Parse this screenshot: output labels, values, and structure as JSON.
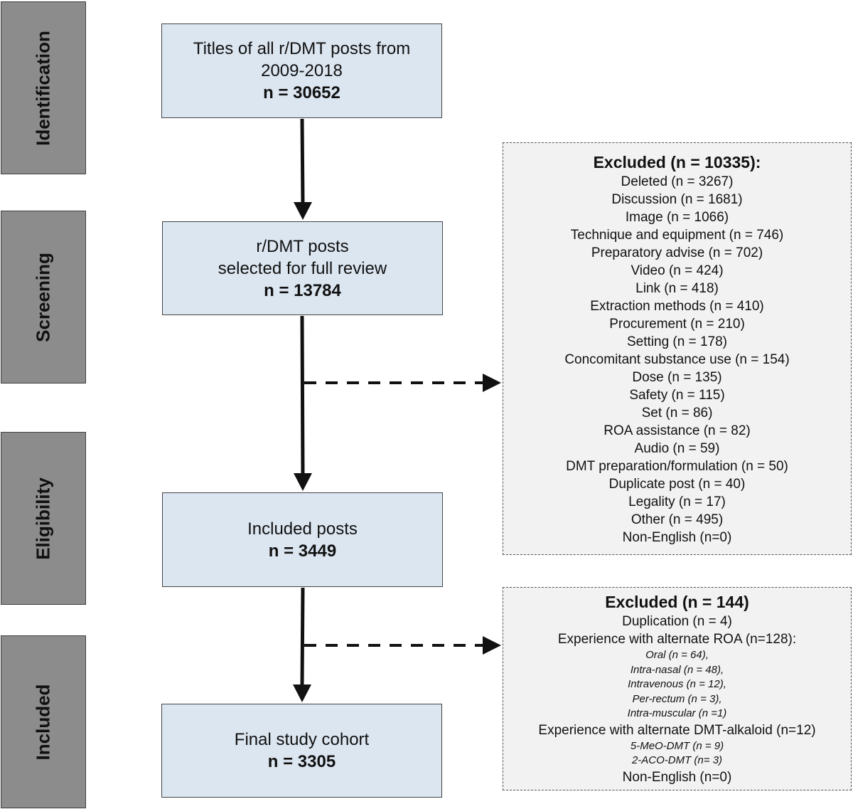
{
  "stages": {
    "identification": "Identification",
    "screening": "Screening",
    "eligibility": "Eligibility",
    "included": "Included"
  },
  "boxes": {
    "titles": {
      "line1": "Titles of all r/DMT posts from",
      "line2": "2009-2018",
      "n": "n = 30652"
    },
    "selected": {
      "line1": "r/DMT posts",
      "line2": "selected for full review",
      "n": "n = 13784"
    },
    "included_posts": {
      "line1": "Included posts",
      "n": "n = 3449"
    },
    "final": {
      "line1": "Final study cohort",
      "n": "n = 3305"
    }
  },
  "excluded_1": {
    "title": "Excluded (n = 10335):",
    "items": [
      "Deleted (n = 3267)",
      "Discussion (n = 1681)",
      "Image (n = 1066)",
      "Technique and equipment (n = 746)",
      "Preparatory advise (n = 702)",
      "Video (n = 424)",
      "Link (n = 418)",
      "Extraction methods (n = 410)",
      "Procurement (n = 210)",
      "Setting (n = 178)",
      "Concomitant substance use (n = 154)",
      "Dose (n = 135)",
      "Safety (n = 115)",
      "Set (n = 86)",
      "ROA assistance (n = 82)",
      "Audio (n = 59)",
      "DMT preparation/formulation (n = 50)",
      "Duplicate post (n = 40)",
      "Legality (n = 17)",
      "Other (n = 495)",
      "Non-English (n=0)"
    ]
  },
  "excluded_2": {
    "title": "Excluded (n = 144)",
    "duplication": "Duplication (n = 4)",
    "roa_heading": "Experience with alternate ROA (n=128):",
    "roa_items": [
      "Oral (n = 64),",
      "Intra-nasal (n = 48),",
      "Intravenous (n = 12),",
      "Per-rectum (n = 3),",
      "Intra-muscular (n =1)"
    ],
    "alkaloid_heading": "Experience with alternate DMT-alkaloid (n=12)",
    "alkaloid_items": [
      "5-MeO-DMT (n = 9)",
      "2-ACO-DMT (n= 3)"
    ],
    "non_english": "Non-English (n=0)"
  }
}
